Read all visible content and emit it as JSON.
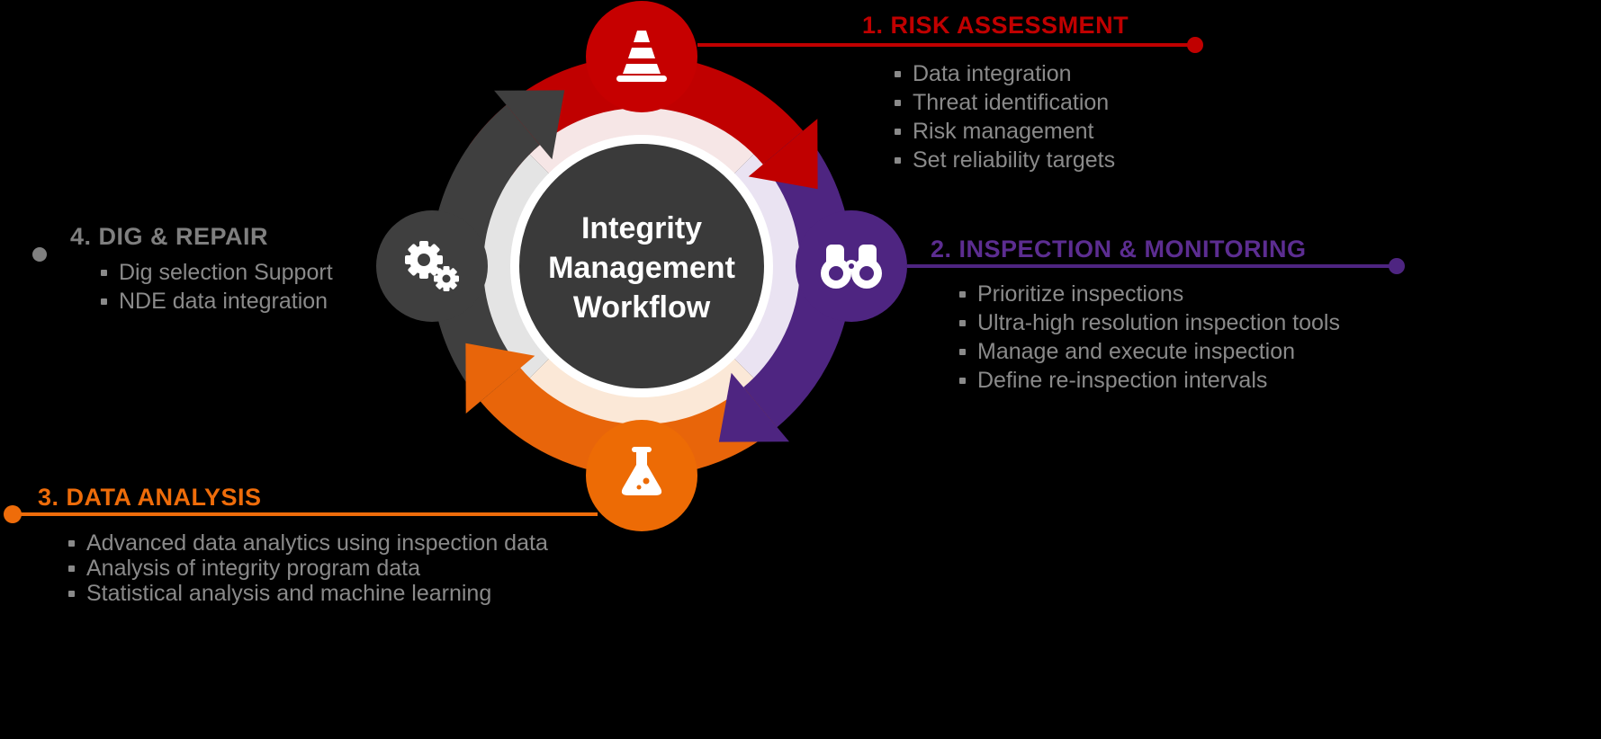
{
  "center": {
    "line1": "Integrity",
    "line2": "Management",
    "line3": "Workflow"
  },
  "sections": [
    {
      "title": "1. RISK ASSESSMENT",
      "color": "#c00000",
      "icon": "traffic-cone-icon",
      "items": [
        "Data integration",
        "Threat identification",
        "Risk management",
        "Set reliability targets"
      ]
    },
    {
      "title": "2. INSPECTION & MONITORING",
      "color": "#5c2d91",
      "icon": "binoculars-icon",
      "items": [
        "Prioritize inspections",
        "Ultra-high resolution inspection tools",
        "Manage and execute inspection",
        "Define re-inspection intervals"
      ]
    },
    {
      "title": "3. DATA ANALYSIS",
      "color": "#ee6c0a",
      "icon": "flask-icon",
      "items": [
        "Advanced data analytics using inspection data",
        "Analysis of integrity program data",
        "Statistical analysis and machine learning"
      ]
    },
    {
      "title": "4. DIG & REPAIR",
      "color": "#7f7f7f",
      "icon": "gears-icon",
      "items": [
        "Dig selection Support",
        "NDE data integration"
      ]
    }
  ],
  "colors": {
    "background": "#000000",
    "red": "#c00000",
    "purple_arc": "#4e2581",
    "purple_heading": "#5c2d91",
    "orange": "#e8650a",
    "dark_gray": "#3f3f3f",
    "bullet_text": "#8a8a8a",
    "center_circle": "#3a3a3a"
  }
}
